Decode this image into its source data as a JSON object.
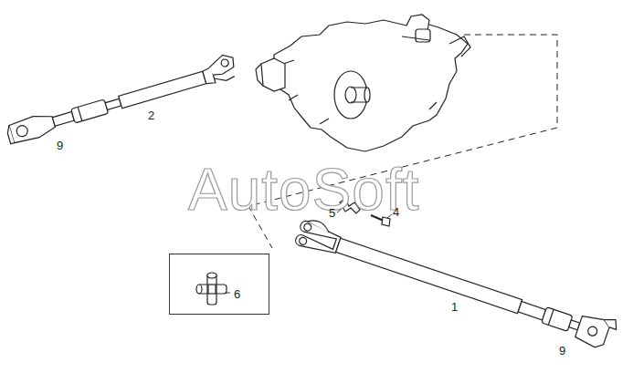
{
  "diagram": {
    "nodes": [
      {
        "text": [
          "6"
        ]
      }
    ],
    "labels": [
      "2",
      "9",
      "AutoSoft",
      "5",
      "4",
      "1",
      "9"
    ]
  }
}
